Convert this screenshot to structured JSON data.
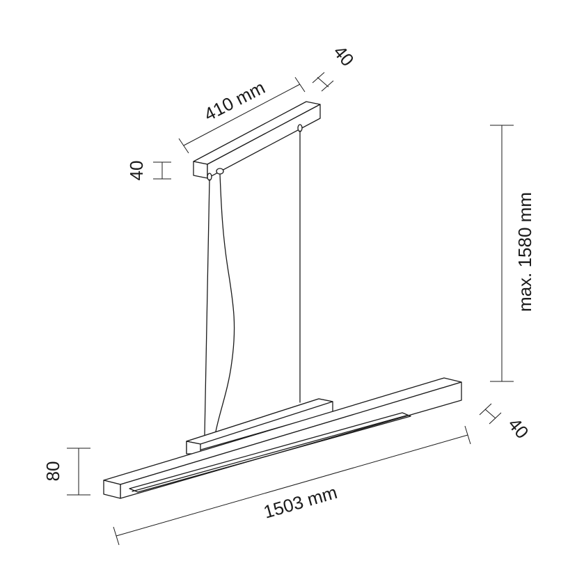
{
  "dimensions": {
    "canopy_length": "410 mm",
    "canopy_depth": "40",
    "canopy_height": "40",
    "suspension_height": "max. 1580 mm",
    "lamp_height": "80",
    "lamp_depth": "40",
    "lamp_length": "1503 mm"
  },
  "colors": {
    "stroke": "#1a1a1a",
    "background": "#ffffff"
  }
}
